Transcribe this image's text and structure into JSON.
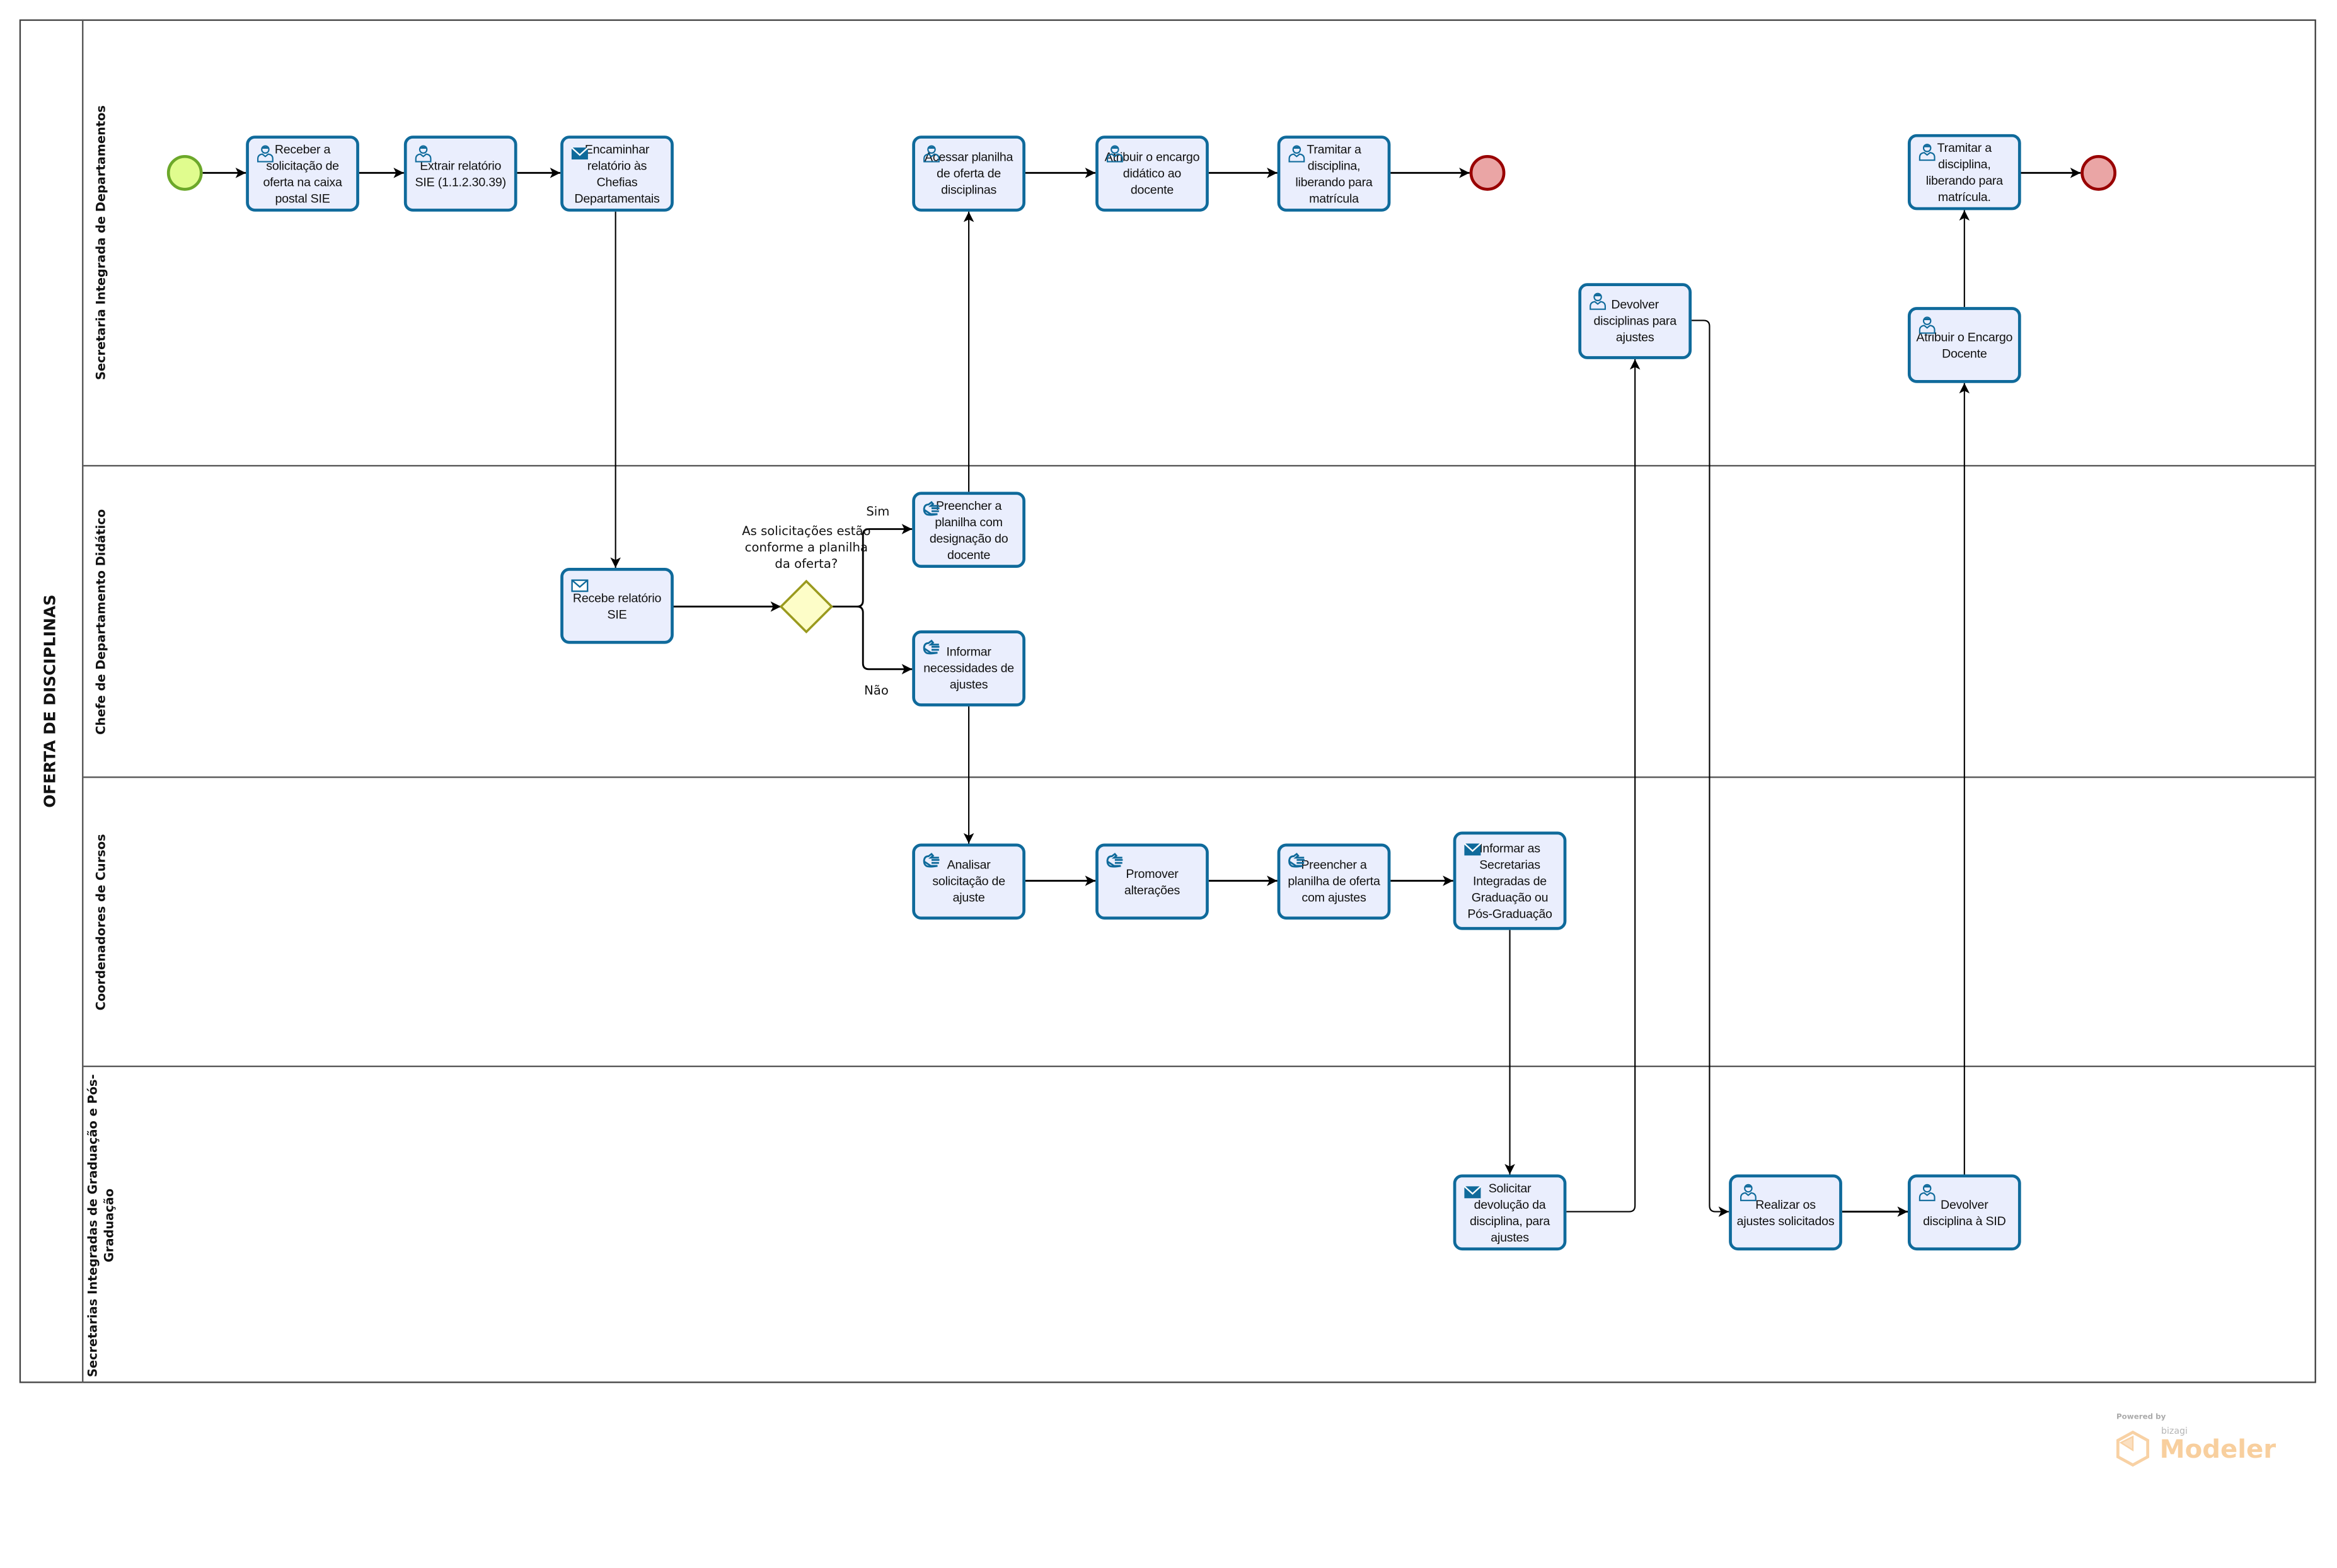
{
  "pool": {
    "title": "OFERTA DE DISCIPLINAS"
  },
  "lanes": [
    {
      "label": "Secretaria Integrada de Departamentos"
    },
    {
      "label": "Chefe de Departamento Didático"
    },
    {
      "label": "Coordenadores de Cursos"
    },
    {
      "label": "Secretarias Integradas de Graduação e Pós-Graduação"
    }
  ],
  "tasks": [
    {
      "label": "Receber a solicitação de oferta na caixa postal SIE",
      "icon": "user-icon"
    },
    {
      "label": "Extrair relatório SIE (1.1.2.30.39)",
      "icon": "user-icon"
    },
    {
      "label": "Encaminhar relatório às Chefias Departamentais",
      "icon": "envelope-filled-icon"
    },
    {
      "label": "Acessar planilha de oferta de disciplinas",
      "icon": "user-icon"
    },
    {
      "label": "Atribuir o encargo didático ao docente",
      "icon": "user-icon"
    },
    {
      "label": "Tramitar a disciplina, liberando para matrícula",
      "icon": "user-icon"
    },
    {
      "label": "Devolver disciplinas para ajustes",
      "icon": "user-icon"
    },
    {
      "label": "Atribuir o Encargo Docente",
      "icon": "user-icon"
    },
    {
      "label": "Tramitar a disciplina, liberando para matrícula.",
      "icon": "user-icon"
    },
    {
      "label": "Recebe relatório SIE",
      "icon": "envelope-outline-icon"
    },
    {
      "label": "Preencher a planilha com designação do docente",
      "icon": "hand-icon"
    },
    {
      "label": "Informar necessidades de ajustes",
      "icon": "hand-icon"
    },
    {
      "label": "Analisar solicitação de ajuste",
      "icon": "hand-icon"
    },
    {
      "label": "Promover alterações",
      "icon": "hand-icon"
    },
    {
      "label": "Preencher a planilha de oferta com ajustes",
      "icon": "hand-icon"
    },
    {
      "label": "Informar as Secretarias Integradas de Graduação ou Pós-Graduação",
      "icon": "envelope-filled-icon"
    },
    {
      "label": "Solicitar devolução da disciplina, para ajustes",
      "icon": "envelope-filled-icon"
    },
    {
      "label": "Realizar os ajustes solicitados",
      "icon": "user-icon"
    },
    {
      "label": "Devolver disciplina à SID",
      "icon": "user-icon"
    }
  ],
  "gateway": {
    "question": "As solicitações estão conforme a planilha da oferta?",
    "yes": "Sim",
    "no": "Não"
  },
  "colors": {
    "task_border": "#0f6a9b",
    "task_fill": "#eaeefd",
    "start_fill": "#e0fc8e",
    "end_fill": "#eaa5a5",
    "gateway_fill": "#fdfdc8"
  },
  "logo": {
    "powered": "Powered by",
    "brand": "bizagi",
    "product": "Modeler"
  }
}
